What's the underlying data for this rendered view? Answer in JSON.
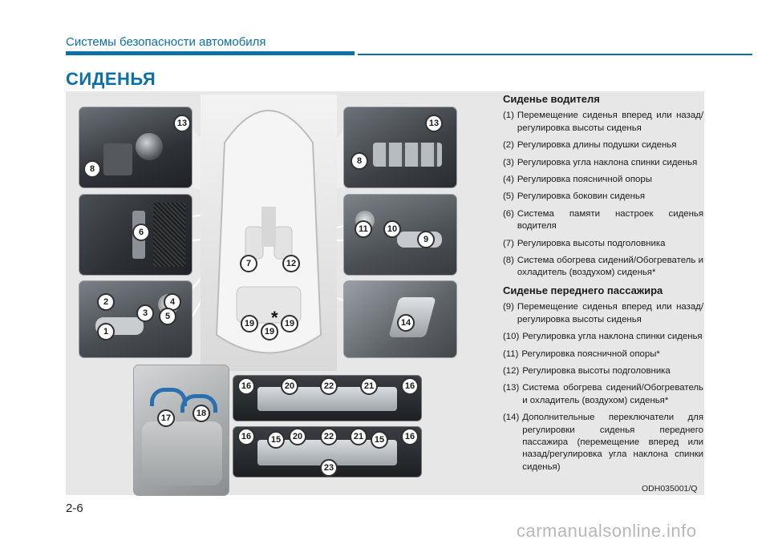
{
  "header": {
    "section_title": "Системы безопасности автомобиля",
    "page_heading": "СИДЕНЬЯ"
  },
  "colors": {
    "accent": "#0b6fa8",
    "panel_bg": "#e7e7e7"
  },
  "illustration": {
    "callouts": [
      "13",
      "8",
      "6",
      "2",
      "4",
      "3",
      "5",
      "1",
      "7",
      "12",
      "19",
      "19",
      "19",
      "13",
      "8",
      "11",
      "10",
      "9",
      "14",
      "16",
      "20",
      "22",
      "21",
      "16",
      "17",
      "18",
      "16",
      "15",
      "20",
      "22",
      "21",
      "15",
      "16",
      "23"
    ],
    "asterisk": "*",
    "image_code": "ODH035001/Q"
  },
  "driver": {
    "heading": "Сиденье водителя",
    "items": [
      {
        "num": "(1)",
        "text": "Перемещение сиденья вперед или назад/регулировка высоты сиденья"
      },
      {
        "num": "(2)",
        "text": "Регулировка длины подушки сиденья"
      },
      {
        "num": "(3)",
        "text": "Регулировка угла наклона спинки сиденья"
      },
      {
        "num": "(4)",
        "text": "Регулировка поясничной опоры"
      },
      {
        "num": "(5)",
        "text": "Регулировка боковин сиденья"
      },
      {
        "num": "(6)",
        "text": "Система памяти настроек сиденья водителя"
      },
      {
        "num": "(7)",
        "text": "Регулировка высоты подголовника"
      },
      {
        "num": "(8)",
        "text": "Система обогрева сидений/Обогреватель и охладитель (воздухом) сиденья*"
      }
    ]
  },
  "passenger": {
    "heading": "Сиденье переднего пассажира",
    "items": [
      {
        "num": "(9)",
        "text": "Перемещение сиденья вперед или назад/регулировка высоты сиденья"
      },
      {
        "num": "(10)",
        "text": "Регулировка угла наклона спинки сиденья"
      },
      {
        "num": "(11)",
        "text": "Регулировка поясничной опоры*"
      },
      {
        "num": "(12)",
        "text": "Регулировка высоты подголовника"
      },
      {
        "num": "(13)",
        "text": "Система обогрева сидений/Обогреватель и охладитель (воздухом) сиденья*"
      },
      {
        "num": "(14)",
        "text": "Дополнительные переключатели для регулировки сиденья переднего пассажира (перемещение вперед или назад/регулировка угла наклона спинки сиденья)"
      }
    ]
  },
  "footer": {
    "page_number": "2-6",
    "watermark": "carmanualsonline.info"
  }
}
